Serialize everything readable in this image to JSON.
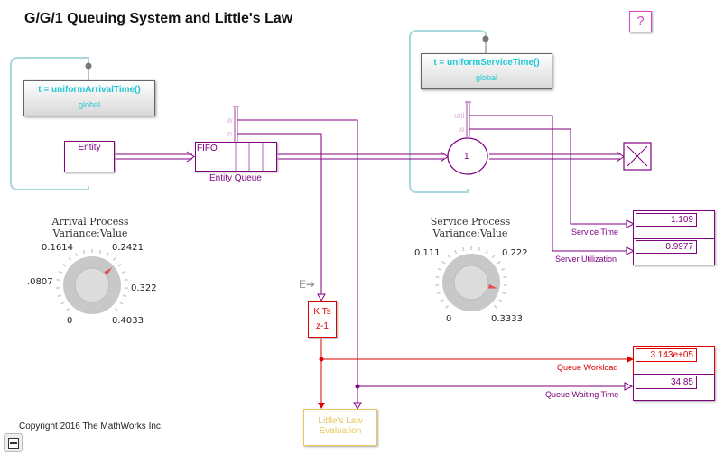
{
  "title": "G/G/1 Queuing System and Little's Law",
  "help_icon": "?",
  "colors": {
    "entity_signal": "#800080",
    "workload_signal": "#dd0000",
    "function_text": "#1ec8d8",
    "loop_wire": "#a8d8dc",
    "help": "#e040c8",
    "subsystem": "#e8c860"
  },
  "arrival_function": {
    "call": "t = uniformArrivalTime()",
    "scope": "global"
  },
  "service_function": {
    "call": "t = uniformServiceTime()",
    "scope": "global"
  },
  "entity_generator": {
    "label": "Entity"
  },
  "queue": {
    "name": "Entity Queue",
    "type_label": "FIFO",
    "ports": [
      "w",
      "n"
    ]
  },
  "server": {
    "capacity": "1",
    "ports": [
      "util",
      "w"
    ]
  },
  "terminator": {
    "icon": "terminator-x-icon"
  },
  "arrival_knob": {
    "title_line1": "Arrival Process",
    "title_line2": "Variance:Value",
    "ticks": [
      "0",
      ".0807",
      "0.1614",
      "0.2421",
      "0.322",
      "0.4033"
    ],
    "value_fraction": 0.68
  },
  "service_knob": {
    "title_line1": "Service Process",
    "title_line2": "Variance:Value",
    "ticks": [
      "0",
      "0.111",
      "0.222",
      "0.3333"
    ],
    "value_fraction": 0.88
  },
  "server_display": {
    "service_time_label": "Service Time",
    "service_time_value": "1.109",
    "utilization_label": "Server Utilization",
    "utilization_value": "0.9977"
  },
  "queue_display": {
    "workload_label": "Queue Workload",
    "workload_value": "3.143e+05",
    "waiting_label": "Queue Waiting Time",
    "waiting_value": "34.85"
  },
  "integrator": {
    "numerator": "K Ts",
    "denominator": "z-1"
  },
  "event_marker": "E➔",
  "subsystem": {
    "line1": "Little's Law",
    "line2": "Evaluation"
  },
  "copyright": "Copyright 2016 The MathWorks Inc."
}
